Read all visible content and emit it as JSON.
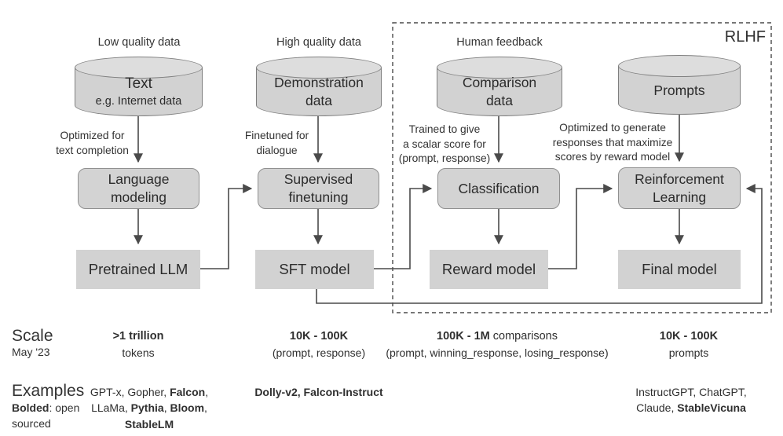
{
  "rlhf": {
    "label": "RLHF"
  },
  "columns": [
    {
      "top_label": "Low quality data",
      "cyl_title": "Text",
      "cyl_sub": "e.g. Internet data",
      "arrow_label": "Optimized for\ntext completion",
      "process": "Language\nmodeling",
      "model": "Pretrained LLM"
    },
    {
      "top_label": "High quality data",
      "cyl_title": "Demonstration\ndata",
      "arrow_label": "Finetuned for\ndialogue",
      "process": "Supervised\nfinetuning",
      "model": "SFT model"
    },
    {
      "top_label": "Human feedback",
      "cyl_title": "Comparison\ndata",
      "arrow_label": "Trained to give\na scalar score for\n(prompt, response)",
      "process": "Classification",
      "model": "Reward model"
    },
    {
      "top_label": "",
      "cyl_title": "Prompts",
      "arrow_label": "Optimized to generate\nresponses that maximize\nscores by reward model",
      "process": "Reinforcement\nLearning",
      "model": "Final model"
    }
  ],
  "scale_row": {
    "header": "Scale",
    "subheader": "May '23",
    "cells": [
      {
        "line1_bold": ">1 trillion",
        "line1_rest": "",
        "line2": "tokens"
      },
      {
        "line1_bold": "10K - 100K",
        "line1_rest": "",
        "line2": "(prompt, response)"
      },
      {
        "line1_bold": "100K - 1M",
        "line1_rest": " comparisons",
        "line2": "(prompt, winning_response, losing_response)"
      },
      {
        "line1_bold": "10K - 100K",
        "line1_rest": "",
        "line2": "prompts"
      }
    ]
  },
  "examples_row": {
    "header": "Examples",
    "sub_bold": "Bolded",
    "sub_rest": ": open",
    "sub_line2": "sourced",
    "pretrain": {
      "l1a": "GPT-x, Gopher, ",
      "l1b": "Falcon",
      "l1c": ",",
      "l2a": "LLaMa, ",
      "l2b": "Pythia",
      "l2c": ", ",
      "l2d": "Bloom",
      "l2e": ",",
      "l3a": "StableLM"
    },
    "sft": {
      "l1a": "Dolly-v2, Falcon-Instruct"
    },
    "final": {
      "l1a": "InstructGPT, ChatGPT,",
      "l2a": "Claude, ",
      "l2b": "StableVicuna"
    }
  },
  "colors": {
    "box_fill": "#d2d2d2",
    "box_border": "#7f7f7f",
    "wire": "#4a4a4a"
  }
}
